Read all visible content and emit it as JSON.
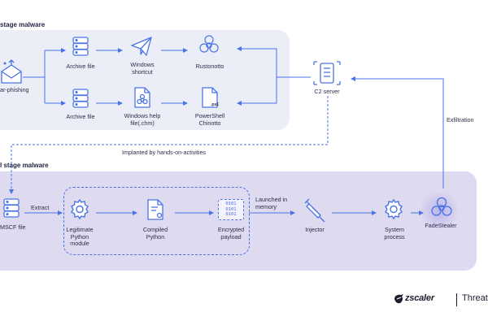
{
  "first_stage": {
    "title": "stage malware",
    "entry_label": "ar-phishing",
    "top_row": [
      "Archive file",
      "Windows\nshortcut",
      "Rustonotto"
    ],
    "bottom_row": [
      "Archive file",
      "Windows help\nfile(.chm)",
      "PowerShell\nChinotto"
    ],
    "ps1_tag": ".ps1"
  },
  "c2": {
    "label": "C2 server"
  },
  "exfiltration_label": "Exfiltration",
  "implanted_label": "Implanted by hands-on-activities",
  "second_stage": {
    "title": "l stage malware",
    "mscf_label": "MSCF file",
    "extract_label": "Extract",
    "legit_module": "Legitimate\nPython\nmodule",
    "compiled_python": "Compiled\nPython",
    "encrypted_payload": "Encrypted\npayload",
    "launched_label": "Launched in\nmemory",
    "injector": "Injector",
    "system_process": "System\nprocess",
    "fadestealer": "FadeStealer",
    "binary_rows": [
      "0101",
      "0101",
      "0101"
    ]
  },
  "brand": {
    "name": "zscaler",
    "suffix": "Threat"
  },
  "colors": {
    "accent": "#4a73e8",
    "ink": "#2b2f4a",
    "panel_light": "#eceef7",
    "panel_dark": "#dedaf0"
  },
  "icons": [
    "envelope-icon",
    "database-icon",
    "paper-plane-icon",
    "biohazard-icon",
    "server-icon",
    "file-biohazard-icon",
    "file-script-icon",
    "gear-icon",
    "file-binary-icon",
    "syringe-icon"
  ]
}
